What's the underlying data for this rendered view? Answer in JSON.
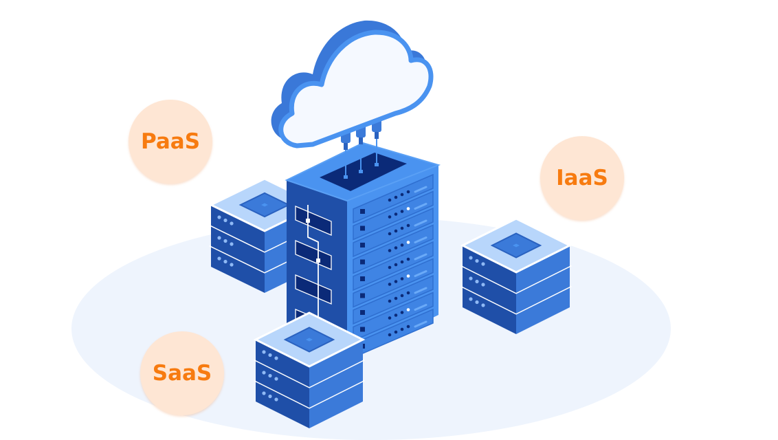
{
  "labels": {
    "paas": "PaaS",
    "iaas": "IaaS",
    "saas": "SaaS"
  },
  "colors": {
    "label_text": "#f77b10",
    "bubble_fill": "#fee6d4",
    "ground": "#eef4fd",
    "server_dark": "#1f4fa8",
    "server_mid": "#3b7ad9",
    "server_light": "#4a93f0",
    "server_top_light": "#b8d6fb",
    "slot_dark": "#0b2a78"
  }
}
